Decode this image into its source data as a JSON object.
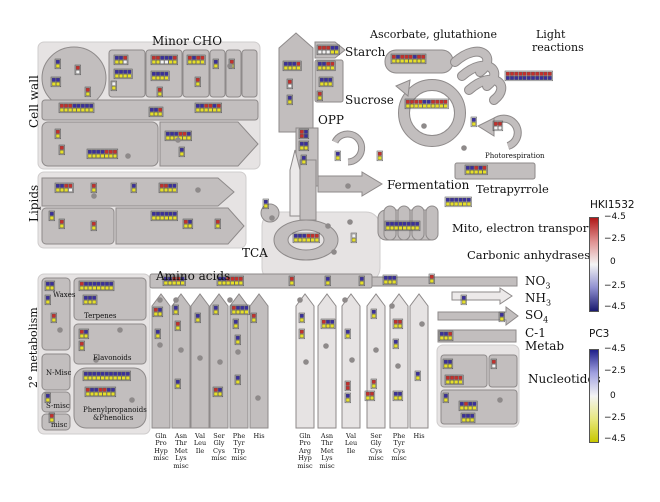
{
  "labels": {
    "minor_cho": "Minor CHO",
    "starch": "Starch",
    "sucrose": "Sucrose",
    "asc": "Ascorbate, glutathione",
    "light1": "Light",
    "light2": "reactions",
    "cell_wall": "Cell wall",
    "opp": "OPP",
    "photoresp": "Photorespiration",
    "fermentation": "Fermentation",
    "tetrapyrrole": "Tetrapyrrole",
    "lipids": "Lipids",
    "mito": "Mito, electron transport",
    "tca": "TCA",
    "carbonic": "Carbonic anhydrases",
    "amino": "Amino acids",
    "no3": "NO",
    "no3_sub": "3",
    "nh3": "NH",
    "nh3_sub": "3",
    "so4": "SO",
    "so4_sub": "4",
    "c1a": "C-1",
    "c1b": "Metab",
    "nucleotides": "Nucleotides",
    "waxes": "Waxes",
    "terpenes": "Terpenes",
    "flavonoids": "Flavonoids",
    "nmisc": "N-Misc",
    "smisc": "S-misc",
    "misc": "misc",
    "phenyl1": "Phenylpropanoids",
    "phenyl2": "&Phenolics",
    "sec_meta": "2° metabolism"
  },
  "aa_columns": [
    [
      "Gln",
      "Pro",
      "Hyp",
      "misc"
    ],
    [
      "Asn",
      "Thr",
      "Met",
      "Lys",
      "misc"
    ],
    [
      "Val",
      "Leu",
      "Ile"
    ],
    [
      "Ser",
      "Gly",
      "Cys",
      "misc"
    ],
    [
      "Phe",
      "Tyr",
      "Trp",
      "misc"
    ],
    [
      "His"
    ],
    [
      "Gln",
      "Pro",
      "Arg",
      "Hyp",
      "misc"
    ],
    [
      "Asn",
      "Thr",
      "Met",
      "Lys",
      "misc"
    ],
    [
      "Val",
      "Leu",
      "Ile"
    ],
    [
      "Ser",
      "Gly",
      "Cys",
      "misc"
    ],
    [
      "Phe",
      "Tyr",
      "Cys",
      "misc"
    ],
    [
      "His"
    ]
  ],
  "legend1": {
    "title": "HKI1532",
    "ticks": [
      "−4.5",
      "−2.5",
      "0",
      "−2.5",
      "−4.5"
    ],
    "colors": [
      "#b01818",
      "#e09090",
      "#f4f4f4",
      "#9090d0",
      "#1a1a6e"
    ]
  },
  "legend2": {
    "title": "PC3",
    "ticks": [
      "−4.5",
      "−2.5",
      "0",
      "−2.5",
      "−4.5"
    ],
    "colors": [
      "#20208a",
      "#a0a0e0",
      "#f4f4f4",
      "#e8e880",
      "#c8c800"
    ]
  },
  "colors": {
    "box_fill": "#c2bebe",
    "box_stroke": "#8e8a8a",
    "panel_fill": "#e6e3e3",
    "cell_red": "#c4302c",
    "cell_blue": "#3a2f9c",
    "cell_yellow": "#e6df2a",
    "cell_white": "#f2f2f2"
  }
}
